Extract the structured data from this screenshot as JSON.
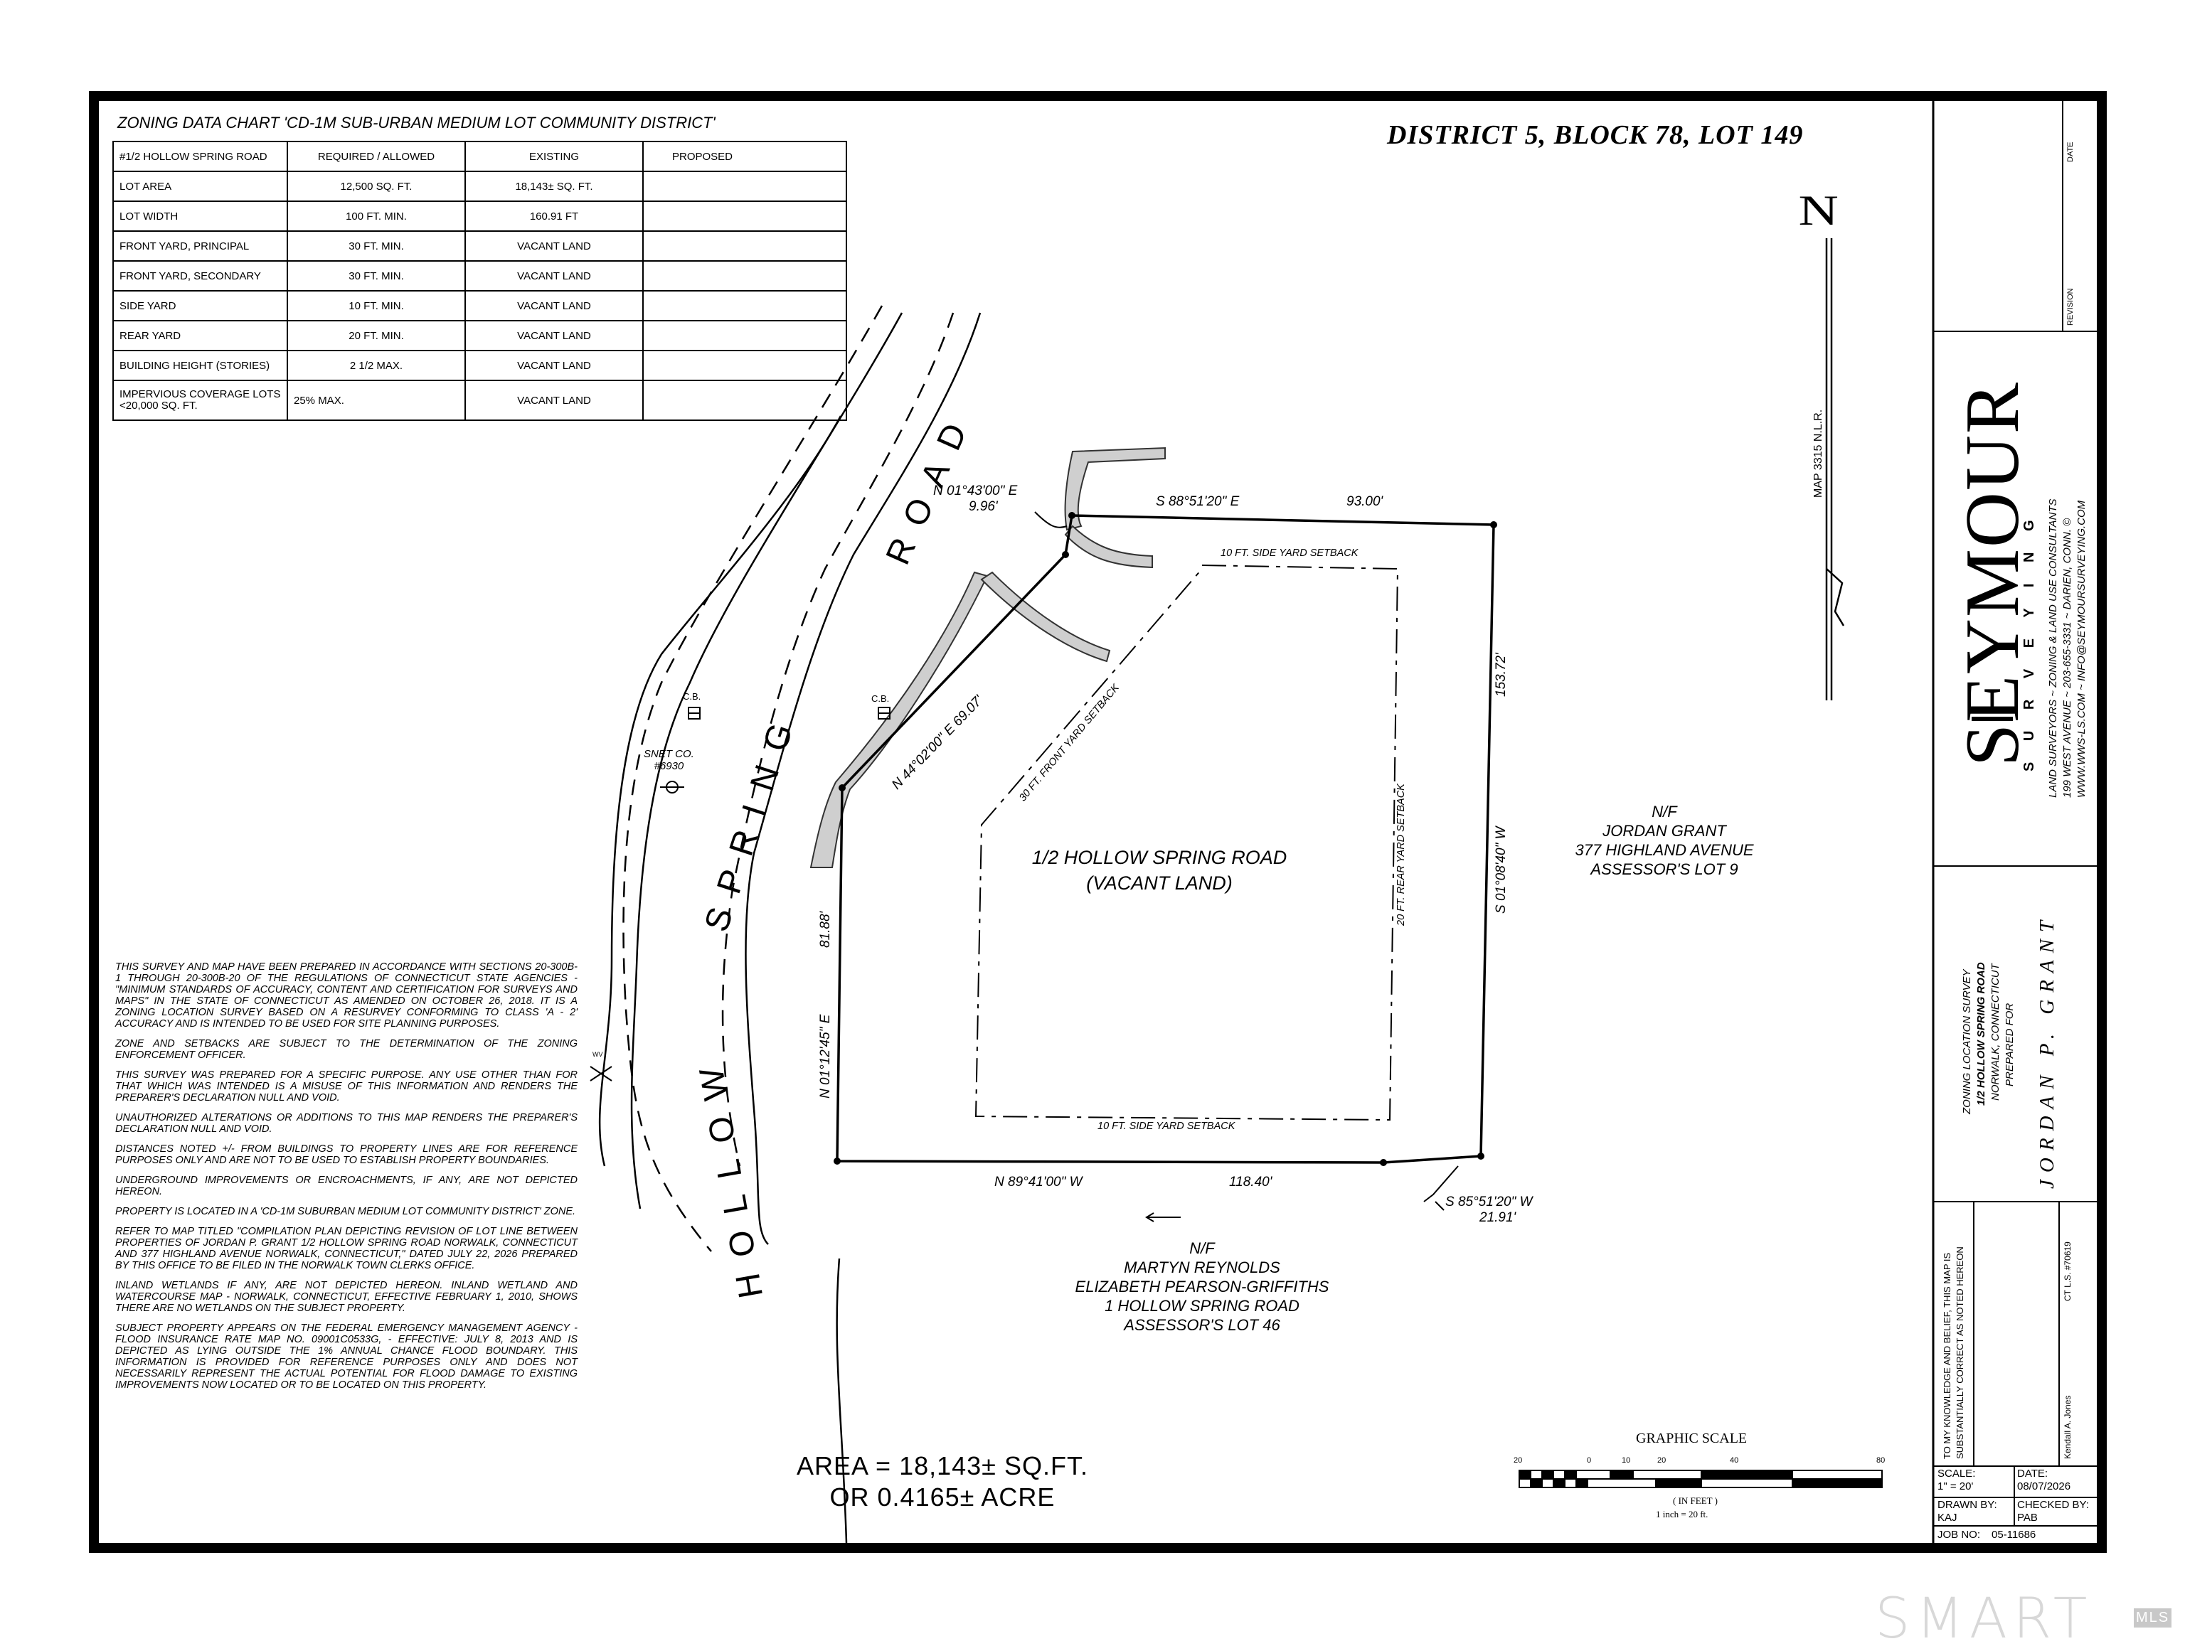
{
  "zoning_chart": {
    "title": "ZONING DATA CHART   'CD-1M SUB-URBAN MEDIUM LOT COMMUNITY DISTRICT'",
    "header": [
      "#1/2 HOLLOW SPRING ROAD",
      "REQUIRED / ALLOWED",
      "EXISTING",
      "PROPOSED"
    ],
    "rows": [
      [
        "LOT AREA",
        "12,500 SQ. FT.",
        "18,143± SQ. FT.",
        ""
      ],
      [
        "LOT WIDTH",
        "100 FT. MIN.",
        "160.91 FT",
        ""
      ],
      [
        "FRONT YARD, PRINCIPAL",
        "30 FT. MIN.",
        "VACANT LAND",
        ""
      ],
      [
        "FRONT YARD, SECONDARY",
        "30 FT. MIN.",
        "VACANT LAND",
        ""
      ],
      [
        "SIDE YARD",
        "10 FT. MIN.",
        "VACANT LAND",
        ""
      ],
      [
        "REAR YARD",
        "20 FT. MIN.",
        "VACANT LAND",
        ""
      ],
      [
        "BUILDING HEIGHT (STORIES)",
        "2 1/2 MAX.",
        "VACANT LAND",
        ""
      ],
      [
        "IMPERVIOUS COVERAGE LOTS <20,000 SQ. FT.",
        "25% MAX.",
        "VACANT LAND",
        ""
      ]
    ]
  },
  "district_title": "DISTRICT 5, BLOCK 78, LOT 149",
  "north_arrow": {
    "letter": "N",
    "map_ref": "MAP 3315 N.L.R."
  },
  "road": {
    "name_1": "HOLLOW",
    "name_2": "SPRING",
    "name_3": "ROAD"
  },
  "bearings": {
    "north_short": "N 01°43'00\" E",
    "north_short_dist": "9.96'",
    "top": "S 88°51'20\" E",
    "top_dist": "93.00'",
    "right": "S 01°08'40\" W",
    "right_dist": "153.72'",
    "diag": "N 44°02'00\" E 69.07'",
    "left": "N 01°12'45\" E",
    "left_dist": "81.88'",
    "bottom": "N 89°41'00\" W",
    "bottom_dist": "118.40'",
    "bottom_right": "S 85°51'20\" W",
    "bottom_right_dist": "21.91'"
  },
  "setbacks": {
    "side_top": "10 FT. SIDE YARD SETBACK",
    "side_bottom": "10 FT. SIDE YARD SETBACK",
    "front": "30 FT. FRONT YARD SETBACK",
    "rear": "20 FT. REAR YARD SETBACK"
  },
  "parcel": {
    "line1": "1/2 HOLLOW SPRING ROAD",
    "line2": "(VACANT LAND)"
  },
  "neighbors": {
    "east": [
      "N/F",
      "JORDAN GRANT",
      "377 HIGHLAND AVENUE",
      "ASSESSOR'S LOT 9"
    ],
    "south": [
      "N/F",
      "MARTYN REYNOLDS",
      "ELIZABETH PEARSON-GRIFFITHS",
      "1 HOLLOW SPRING ROAD",
      "ASSESSOR'S LOT 46"
    ]
  },
  "features": {
    "cb1": "C.B.",
    "cb2": "C.B.",
    "snet_1": "SNET CO.",
    "snet_2": "#6930",
    "wv": "WV"
  },
  "notes": [
    "THIS SURVEY AND MAP HAVE BEEN PREPARED IN ACCORDANCE WITH SECTIONS 20-300B-1 THROUGH 20-300B-20 OF THE REGULATIONS OF CONNECTICUT STATE AGENCIES - \"MINIMUM STANDARDS OF ACCURACY, CONTENT AND CERTIFICATION FOR SURVEYS AND MAPS\" IN THE STATE OF CONNECTICUT AS AMENDED ON OCTOBER 26, 2018. IT IS A ZONING LOCATION SURVEY BASED ON A RESURVEY CONFORMING TO CLASS 'A - 2' ACCURACY AND IS INTENDED TO BE USED FOR SITE PLANNING PURPOSES.",
    "ZONE AND SETBACKS ARE SUBJECT TO THE DETERMINATION OF THE ZONING ENFORCEMENT OFFICER.",
    "THIS SURVEY WAS PREPARED FOR A SPECIFIC PURPOSE. ANY USE OTHER THAN FOR THAT WHICH WAS INTENDED IS A MISUSE OF THIS INFORMATION AND RENDERS THE PREPARER'S DECLARATION NULL AND VOID.",
    "UNAUTHORIZED ALTERATIONS OR ADDITIONS TO THIS MAP RENDERS THE PREPARER'S DECLARATION NULL AND VOID.",
    "DISTANCES NOTED +/- FROM BUILDINGS TO PROPERTY LINES ARE FOR REFERENCE PURPOSES ONLY AND ARE NOT TO BE USED TO ESTABLISH PROPERTY BOUNDARIES.",
    "UNDERGROUND IMPROVEMENTS OR ENCROACHMENTS, IF ANY, ARE NOT DEPICTED HEREON.",
    "PROPERTY IS LOCATED IN A 'CD-1M SUBURBAN MEDIUM LOT COMMUNITY DISTRICT' ZONE.",
    "REFER TO MAP TITLED \"COMPILATION PLAN DEPICTING REVISION OF LOT LINE BETWEEN PROPERTIES OF JORDAN P. GRANT 1/2 HOLLOW SPRING ROAD NORWALK, CONNECTICUT AND 377 HIGHLAND AVENUE NORWALK, CONNECTICUT,\" DATED JULY 22, 2026 PREPARED BY THIS OFFICE TO BE FILED IN THE NORWALK TOWN CLERKS OFFICE.",
    "INLAND WETLANDS IF ANY, ARE NOT DEPICTED HEREON. INLAND WETLAND AND WATERCOURSE MAP - NORWALK, CONNECTICUT, EFFECTIVE FEBRUARY 1, 2010, SHOWS THERE ARE NO WETLANDS ON THE SUBJECT PROPERTY.",
    "SUBJECT PROPERTY APPEARS ON THE FEDERAL EMERGENCY MANAGEMENT AGENCY - FLOOD INSURANCE RATE MAP NO. 09001C0533G, - EFFECTIVE: JULY 8, 2013 AND IS DEPICTED AS LYING OUTSIDE THE 1% ANNUAL CHANCE FLOOD BOUNDARY. THIS INFORMATION IS PROVIDED FOR REFERENCE PURPOSES ONLY AND DOES NOT NECESSARILY REPRESENT THE ACTUAL POTENTIAL FOR FLOOD DAMAGE TO EXISTING IMPROVEMENTS NOW LOCATED OR TO BE LOCATED ON THIS PROPERTY."
  ],
  "area": {
    "line1": "AREA = 18,143± SQ.FT.",
    "line2": "OR 0.4165± ACRE"
  },
  "graphic_scale": {
    "title": "GRAPHIC SCALE",
    "ticks": [
      "20",
      "0",
      "10",
      "20",
      "40",
      "80"
    ],
    "unit": "( IN FEET )",
    "ratio": "1 inch = 20 ft."
  },
  "title_block": {
    "revision_label": "REVISION",
    "date_label": "DATE",
    "company": "SEYMOUR",
    "surveying": "S U R V E Y I N G",
    "tagline": "LAND SURVEYORS ~ ZONING & LAND USE CONSULTANTS",
    "address": "199 WEST AVENUE ~ 203-655-3331 ~ DARIEN, CONN. ©",
    "web": "WWW.WWS-LS.COM ~ INFO@SEYMOURSURVEYING.COM",
    "survey_type": "ZONING LOCATION SURVEY",
    "survey_address": "1/2 HOLLOW SPRING ROAD",
    "survey_city": "NORWALK, CONNECTICUT",
    "prepared_for": "PREPARED FOR",
    "client": "JORDAN P. GRANT",
    "cert_1": "TO MY KNOWLEDGE AND BELIEF, THIS MAP IS",
    "cert_2": "SUBSTANTIALLY CORRECT AS NOTED HEREON",
    "surveyor": "Kendall A. Jones",
    "license": "CT L.S. #70619",
    "scale_label": "SCALE:",
    "scale_value": "1\" = 20'",
    "date_label2": "DATE:",
    "date_value": "08/07/2026",
    "drawn_label": "DRAWN BY:",
    "drawn_value": "KAJ",
    "checked_label": "CHECKED BY:",
    "checked_value": "PAB",
    "job_label": "JOB NO:",
    "job_value": "05-11686"
  },
  "watermark": {
    "smart": "SMART",
    "mls": "MLS"
  }
}
